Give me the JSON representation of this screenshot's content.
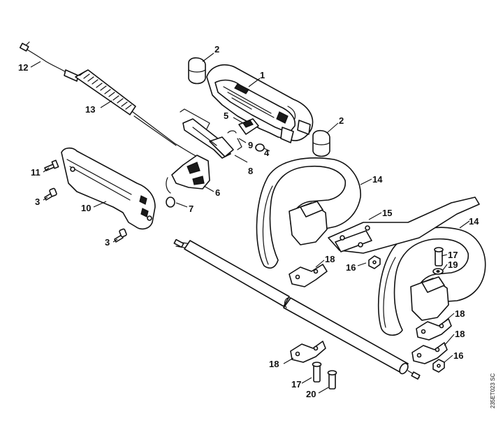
{
  "callouts": {
    "c1": "1",
    "c2a": "2",
    "c2b": "2",
    "c3a": "3",
    "c3b": "3",
    "c4": "4",
    "c5": "5",
    "c6": "6",
    "c7": "7",
    "c8": "8",
    "c9": "9",
    "c10": "10",
    "c11": "11",
    "c12": "12",
    "c13": "13",
    "c14a": "14",
    "c14b": "14",
    "c15": "15",
    "c16a": "16",
    "c16b": "16",
    "c17a": "17",
    "c17b": "17",
    "c18a": "18",
    "c18b": "18",
    "c18c": "18",
    "c18d": "18",
    "c19": "19",
    "c20": "20"
  },
  "reference_code": "235ET023 SC"
}
